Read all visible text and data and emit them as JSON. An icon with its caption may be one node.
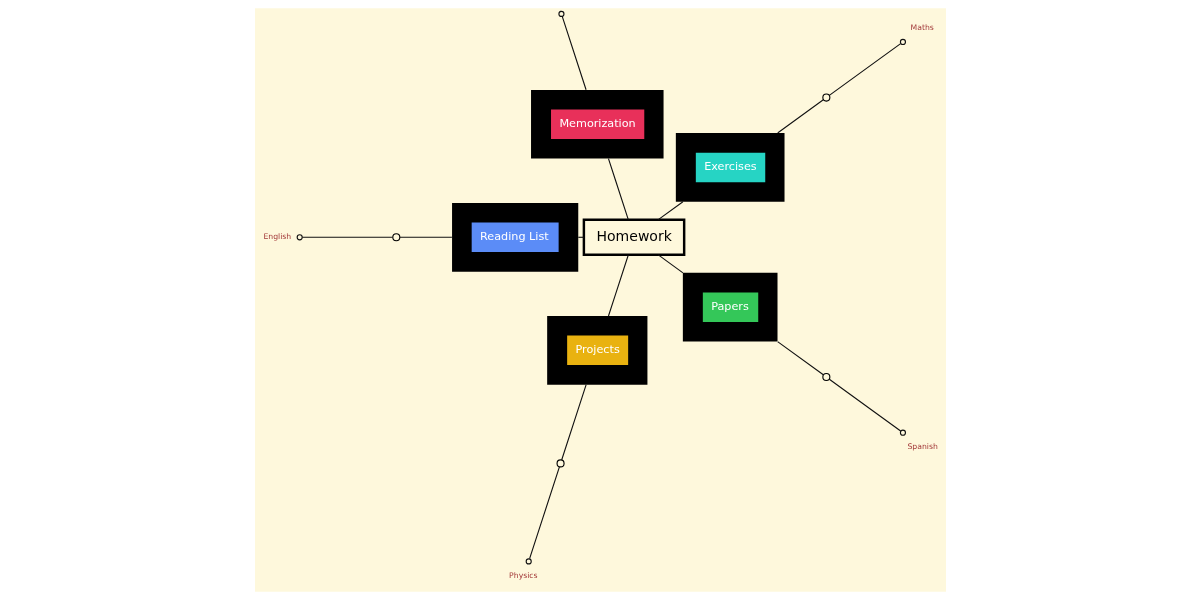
{
  "diagram": {
    "nodes": [
      {
        "text": [
          "Homework"
        ]
      },
      {
        "text": [
          "Exercises"
        ]
      },
      {
        "text": [
          "Maths"
        ]
      },
      {
        "text": [
          "Memorization"
        ]
      },
      {
        "text": [
          "Reading List"
        ]
      },
      {
        "text": [
          "English"
        ]
      },
      {
        "text": [
          "Projects"
        ]
      },
      {
        "text": [
          "Physics"
        ]
      },
      {
        "text": [
          "Papers"
        ]
      },
      {
        "text": [
          "Spanish"
        ]
      },
      {
        "text": [],
        "shape": "circle"
      },
      {
        "text": [],
        "shape": "circle"
      },
      {
        "text": [],
        "shape": "circle"
      },
      {
        "text": [],
        "shape": "circle"
      }
    ],
    "edges": [
      {
        "from": 0,
        "to": 1,
        "arrow": "none"
      },
      {
        "from": 1,
        "to": 10,
        "arrow": "none"
      },
      {
        "from": 10,
        "to": 2,
        "arrow": "other"
      },
      {
        "from": 0,
        "to": 3,
        "arrow": "none"
      },
      {
        "from": 3,
        "to": null,
        "arrow": "other"
      },
      {
        "from": 0,
        "to": 4,
        "arrow": "none"
      },
      {
        "from": 4,
        "to": 11,
        "arrow": "none"
      },
      {
        "from": 11,
        "to": 5,
        "arrow": "other"
      },
      {
        "from": 0,
        "to": 6,
        "arrow": "none"
      },
      {
        "from": 6,
        "to": 12,
        "arrow": "none"
      },
      {
        "from": 12,
        "to": 7,
        "arrow": "other"
      },
      {
        "from": 0,
        "to": 8,
        "arrow": "none"
      },
      {
        "from": 8,
        "to": 13,
        "arrow": "none"
      },
      {
        "from": 13,
        "to": 9,
        "arrow": "other"
      }
    ]
  }
}
